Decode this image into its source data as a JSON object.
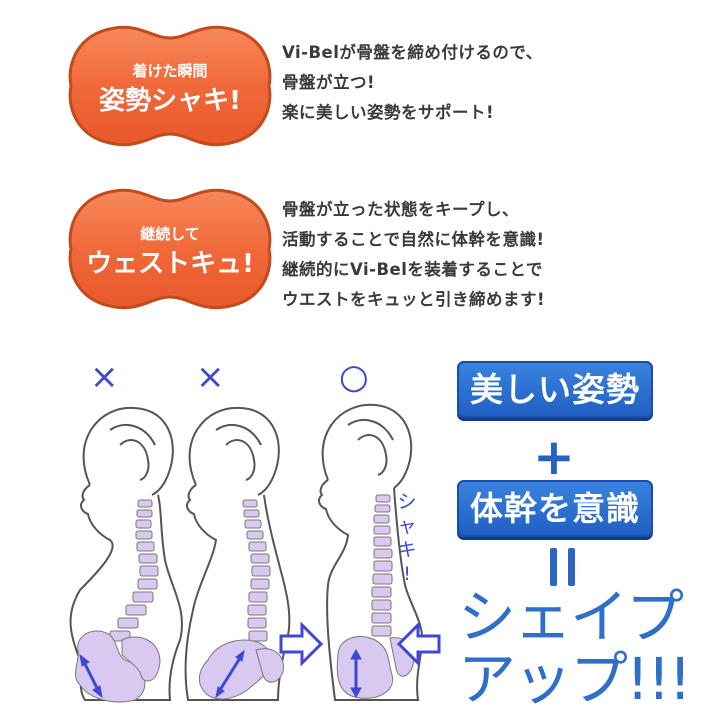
{
  "sections": [
    {
      "badge": {
        "small": "着けた瞬間",
        "big": "姿勢シャキ!"
      },
      "lines": [
        "Vi-Belが骨盤を締め付けるので、",
        "骨盤が立つ!",
        "楽に美しい姿勢をサポート!"
      ]
    },
    {
      "badge": {
        "small": "継続して",
        "big": "ウェストキュ!"
      },
      "lines": [
        "骨盤が立った状態をキープし、",
        "活動することで自然に体幹を意識!",
        "継続的にVi-Belを装着することで",
        "ウエストをキュッと引き締めます!"
      ]
    }
  ],
  "figures": {
    "marks": [
      "×",
      "×",
      "○"
    ],
    "good_posture_label": [
      "シ",
      "ャ",
      "キ",
      "!"
    ]
  },
  "equation": {
    "term1": "美しい姿勢",
    "plus": "+",
    "term2": "体幹を意識",
    "result_line1": "シェイプ",
    "result_line2": "アップ!!!"
  },
  "colors": {
    "badge_orange": "#f0693a",
    "box_blue": "#2a6fd0",
    "mark_blue": "#3d47d8",
    "spine_lavender": "#d9c9f0"
  }
}
